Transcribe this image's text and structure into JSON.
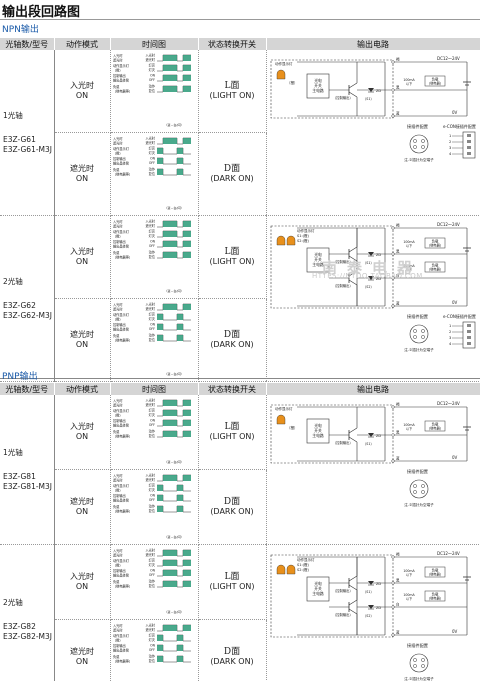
{
  "page_title": "输出段回路图",
  "colors": {
    "accent_blue": "#1a5aa8",
    "waveform_green": "#2a9a78",
    "lamp_orange": "#e8901c",
    "header_gray": "#d5d5d5"
  },
  "headers": [
    "光轴数/型号",
    "动作模式",
    "时间图",
    "状态转换开关",
    "输出电路"
  ],
  "timing_labels": {
    "incident": "入光时",
    "interrupted": "遮光时",
    "lamp_on": "灯亮",
    "lamp_off": "灯灭",
    "ctrl_out": "控制输出",
    "out_transistor": "输出晶体管",
    "on": "ON",
    "off": "OFF",
    "load": "负载",
    "relay_note": "（继电器等）",
    "act": "动作",
    "reset": "复位",
    "indicator": "动作显示灯",
    "color_orange": "（橙）",
    "between": "（蓝－黑的情况）",
    "between_white": "（蓝－白/间）"
  },
  "circuit_labels": {
    "brown": "褐",
    "black": "黑",
    "blue": "蓝",
    "white": "白",
    "supply": "DC12～24V",
    "zero_v": "0V",
    "current": "100mA以下",
    "load_relay": "负载（继电器）",
    "indicator": "动作显示灯",
    "orange": "（橙）",
    "main_circuit": "光电开关主电路",
    "ctrl_out": "（控制输出）",
    "s1": "（S1）",
    "s2": "（S2）",
    "zd": "ZD",
    "connector_title": "接插件配置",
    "econ_title": "e-CON接插件配置",
    "pin_note": "注.②插针为空端子",
    "pin_numbers": [
      "1",
      "2",
      "3",
      "4"
    ],
    "s1_lamp": "S1:(橙)",
    "s2_lamp": "S2:(橙)"
  },
  "npn": {
    "label": "NPN输出",
    "groups": [
      {
        "axis": "1光轴",
        "models": [
          "E3Z-G61",
          "E3Z-G61-M3J"
        ],
        "rows": [
          {
            "mode": [
              "入光时",
              "ON"
            ],
            "switch": [
              "L面",
              "(LIGHT ON)"
            ]
          },
          {
            "mode": [
              "遮光时",
              "ON"
            ],
            "switch": [
              "D面",
              "(DARK ON)"
            ]
          }
        ]
      },
      {
        "axis": "2光轴",
        "models": [
          "E3Z-G62",
          "E3Z-G62-M3J"
        ],
        "rows": [
          {
            "mode": [
              "入光时",
              "ON"
            ],
            "switch": [
              "L面",
              "(LIGHT ON)"
            ]
          },
          {
            "mode": [
              "遮光时",
              "ON"
            ],
            "switch": [
              "D面",
              "(DARK ON)"
            ]
          }
        ]
      }
    ]
  },
  "pnp": {
    "label": "PNP输出",
    "groups": [
      {
        "axis": "1光轴",
        "models": [
          "E3Z-G81",
          "E3Z-G81-M3J"
        ],
        "rows": [
          {
            "mode": [
              "入光时",
              "ON"
            ],
            "switch": [
              "L面",
              "(LIGHT ON)"
            ]
          },
          {
            "mode": [
              "遮光时",
              "ON"
            ],
            "switch": [
              "D面",
              "(DARK ON)"
            ]
          }
        ]
      },
      {
        "axis": "2光轴",
        "models": [
          "E3Z-G82",
          "E3Z-G82-M3J"
        ],
        "rows": [
          {
            "mode": [
              "入光时",
              "ON"
            ],
            "switch": [
              "L面",
              "(LIGHT ON)"
            ]
          },
          {
            "mode": [
              "遮光时",
              "ON"
            ],
            "switch": [
              "D面",
              "(DARK ON)"
            ]
          }
        ]
      }
    ]
  },
  "watermark": {
    "big": "南泰电器",
    "small": "HTTPS://NTDQ.TAOBAO.COM"
  }
}
